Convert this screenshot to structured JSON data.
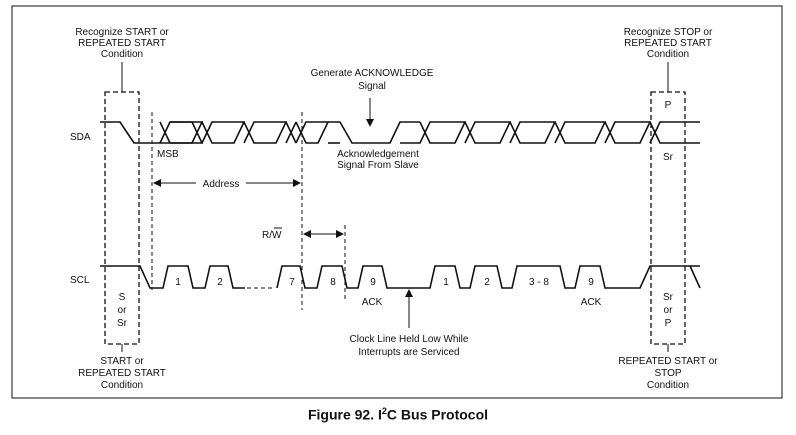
{
  "labels": {
    "sda": "SDA",
    "scl": "SCL",
    "msb": "MSB",
    "address": "Address",
    "rw": "R/W",
    "generate_ack": [
      "Generate ACKNOWLEDGE",
      "Signal"
    ],
    "ack_from_slave": [
      "Acknowledgement",
      "Signal From Slave"
    ],
    "clock_held": [
      "Clock Line Held Low While",
      "Interrupts are Serviced"
    ],
    "recognize_start": [
      "Recognize START or",
      "REPEATED START",
      "Condition"
    ],
    "recognize_stop": [
      "Recognize STOP or",
      "REPEATED START",
      "Condition"
    ],
    "start_bottom": [
      "START or",
      "REPEATED START",
      "Condition"
    ],
    "stop_bottom": [
      "REPEATED START or",
      "STOP",
      "Condition"
    ],
    "left_box": [
      "S",
      "or",
      "Sr"
    ],
    "right_box_top": [
      "P",
      "Sr"
    ],
    "right_box_bottom": [
      "Sr",
      "or",
      "P"
    ],
    "scl_pulses": [
      "1",
      "2",
      "7",
      "8",
      "9",
      "1",
      "2",
      "3 - 8",
      "9"
    ],
    "ack": "ACK"
  },
  "caption": {
    "prefix": "Figure 92.  I",
    "sup": "2",
    "suffix": "C Bus Protocol"
  }
}
